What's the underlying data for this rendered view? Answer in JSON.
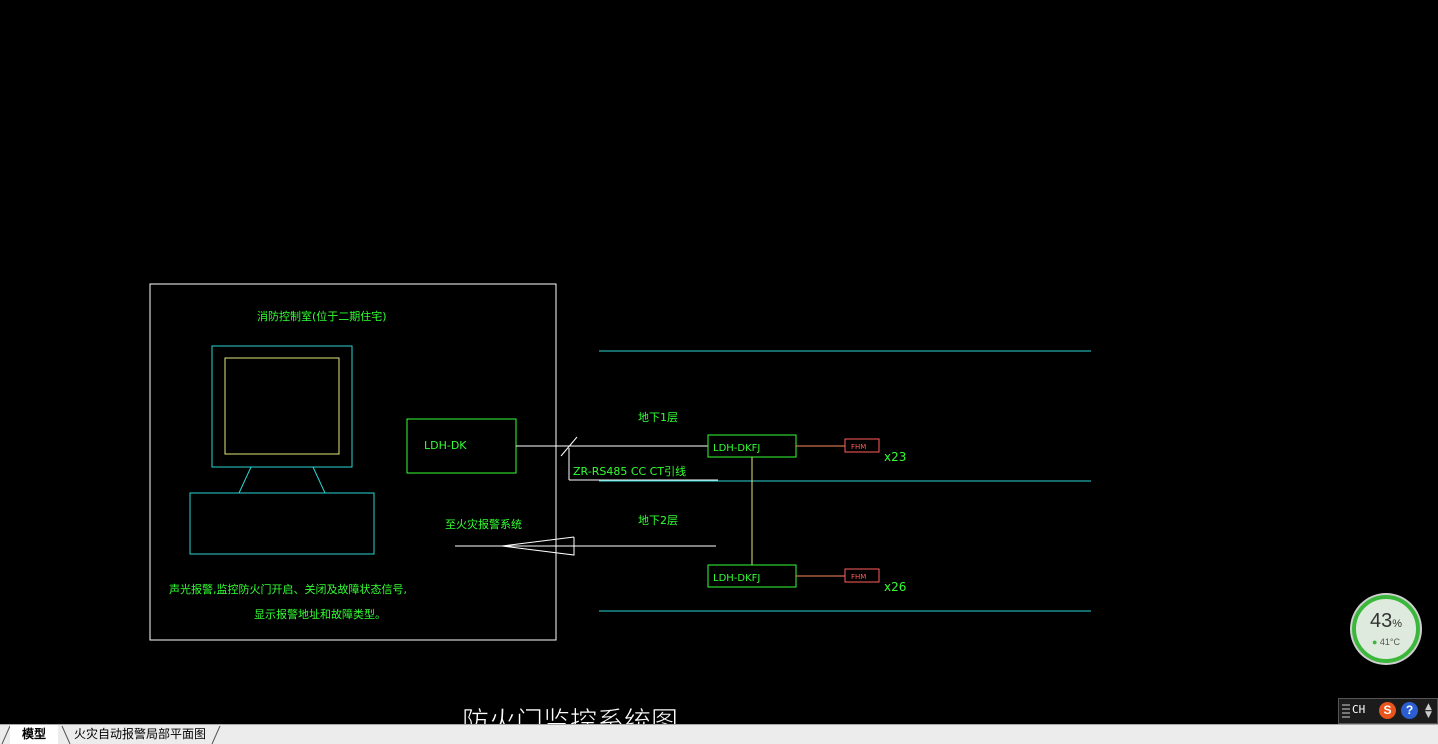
{
  "drawing": {
    "title": "防火门监控系统图",
    "control_room_label": "消防控制室(位于二期住宅)",
    "controller_label": "LDH-DK",
    "bus_cable_label": "ZR-RS485 CC CT引线",
    "fire_alarm_link_label": "至火灾报警系统",
    "floors": [
      {
        "label": "地下1层",
        "module_label": "LDH-DKFJ",
        "device_label": "FHM",
        "count_label": "x23"
      },
      {
        "label": "地下2层",
        "module_label": "LDH-DKFJ",
        "device_label": "FHM",
        "count_label": "x26"
      }
    ],
    "note_line1": "声光报警,监控防火门开启、关闭及故障状态信号,",
    "note_line2": "显示报警地址和故障类型。",
    "colors": {
      "background": "#000000",
      "frame": "#ffffff",
      "cyan": "#2ad4d4",
      "green": "#33ff33",
      "yellow": "#e6e67a",
      "red": "#ff5b5b"
    }
  },
  "tabs": [
    {
      "label": "模型",
      "active": true
    },
    {
      "label": "火灾自动报警局部平面图",
      "active": false
    }
  ],
  "widget": {
    "percent": "43",
    "percent_unit": "%",
    "temperature": "41°C",
    "icon": "thermometer-icon"
  },
  "ime": {
    "language": "CH",
    "logo": "S",
    "help": "?",
    "menu_icon": "chevron-menu-icon"
  }
}
